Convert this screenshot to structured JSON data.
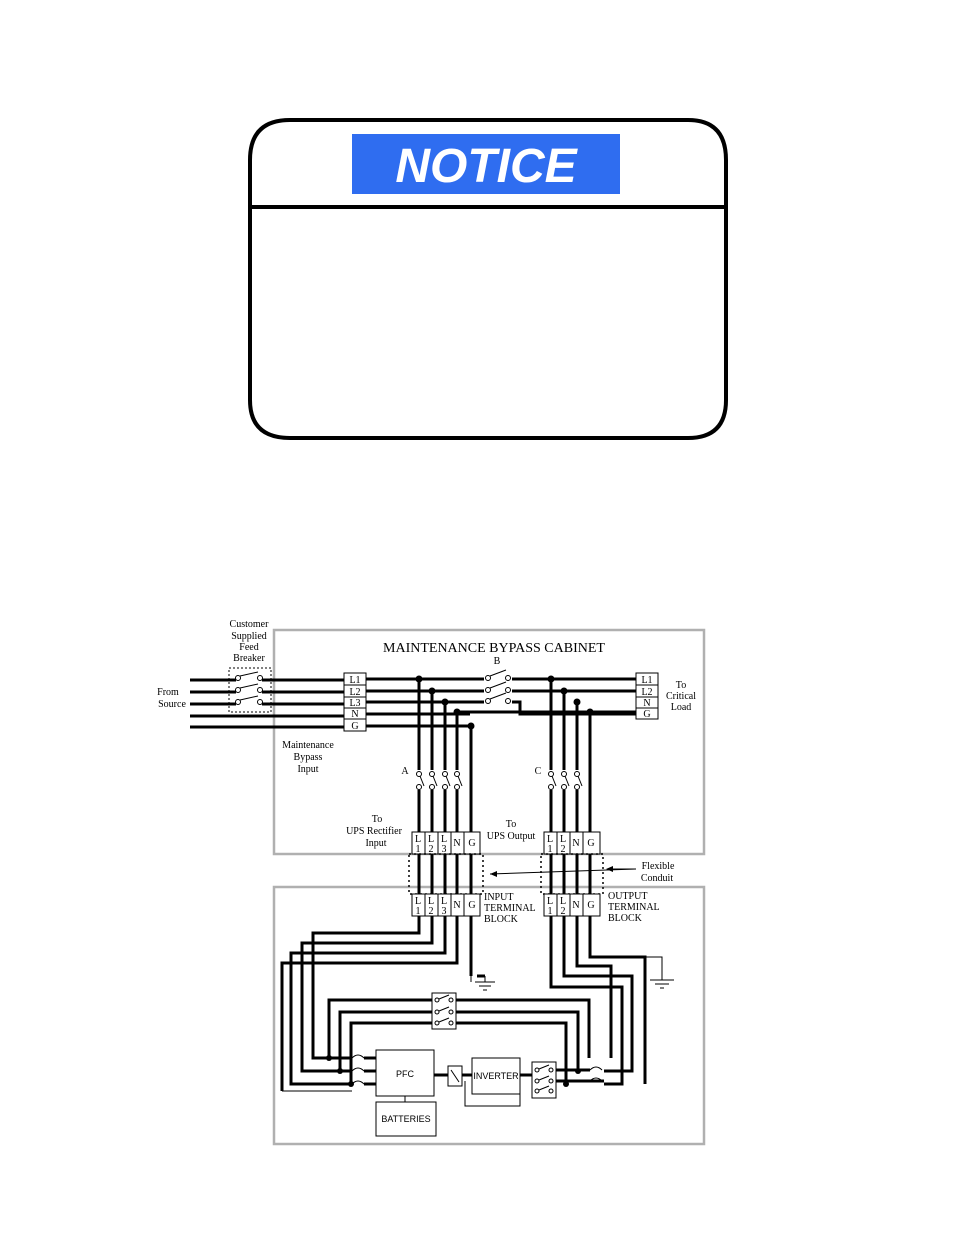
{
  "notice": {
    "title": "NOTICE",
    "banner_color": "#2f6df0",
    "title_color": "#ffffff"
  },
  "diagram": {
    "cabinet_title": "MAINTENANCE BYPASS CABINET",
    "feed_breaker": [
      "Customer",
      "Supplied",
      "Feed",
      "Breaker"
    ],
    "from_source": [
      "From",
      "Source"
    ],
    "bypass_input": [
      "Maintenance",
      "Bypass",
      "Input"
    ],
    "to_critical_load": [
      "To",
      "Critical",
      "Load"
    ],
    "breaker_a": "A",
    "breaker_b": "B",
    "breaker_c": "C",
    "to_rectifier": [
      "To",
      "UPS Rectifier",
      "Input"
    ],
    "to_ups_output": [
      "To",
      "UPS Output"
    ],
    "flexible_conduit": [
      "Flexible",
      "Conduit"
    ],
    "input_terminal_block": [
      "INPUT",
      "TERMINAL",
      "BLOCK"
    ],
    "output_terminal_block": [
      "OUTPUT",
      "TERMINAL",
      "BLOCK"
    ],
    "pfc": "PFC",
    "inverter": "INVERTER",
    "batteries": "BATTERIES",
    "tb_left": [
      "L1",
      "L2",
      "L3",
      "N",
      "G"
    ],
    "tb_right": [
      "L1",
      "L2",
      "N",
      "G"
    ],
    "tb_cells_input": [
      [
        "L",
        "1"
      ],
      [
        "L",
        "2"
      ],
      [
        "L",
        "3"
      ],
      [
        "N",
        ""
      ],
      [
        "G",
        ""
      ]
    ],
    "tb_cells_output": [
      [
        "L",
        "1"
      ],
      [
        "L",
        "2"
      ],
      [
        "N",
        ""
      ],
      [
        "G",
        ""
      ]
    ]
  }
}
